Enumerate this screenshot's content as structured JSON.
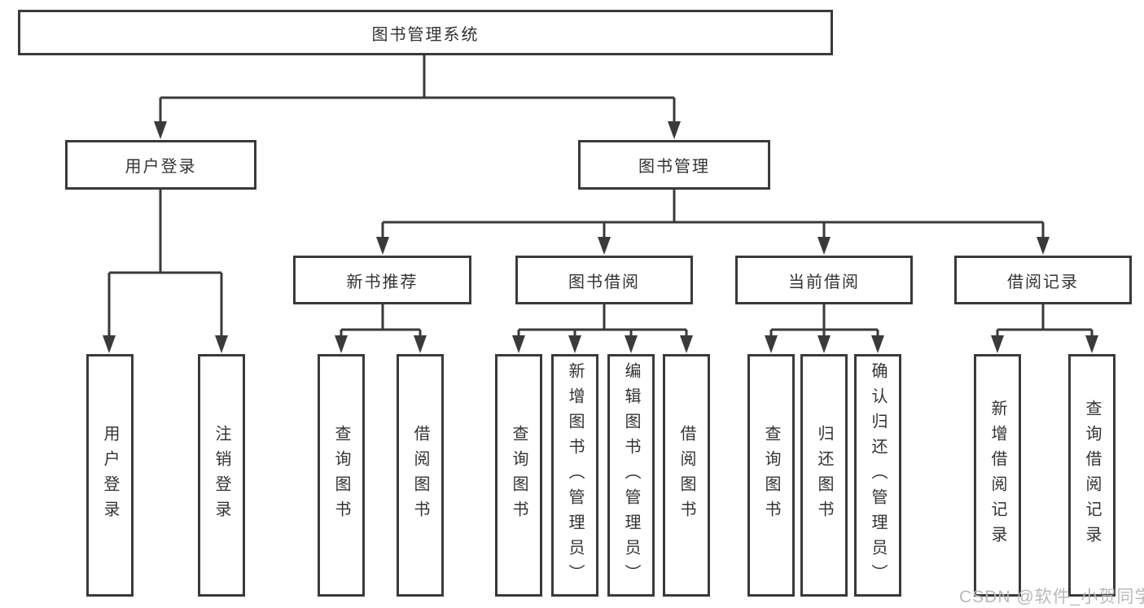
{
  "diagram": {
    "title": "图书管理系统",
    "root": {
      "label": "图书管理系统"
    },
    "level2": [
      {
        "label": "用户登录"
      },
      {
        "label": "图书管理"
      }
    ],
    "level3": [
      {
        "label": "新书推荐",
        "parent": "图书管理"
      },
      {
        "label": "图书借阅",
        "parent": "图书管理"
      },
      {
        "label": "当前借阅",
        "parent": "图书管理"
      },
      {
        "label": "借阅记录",
        "parent": "图书管理"
      }
    ],
    "leaves": [
      {
        "label": "用户登录",
        "parent": "用户登录"
      },
      {
        "label": "注销登录",
        "parent": "用户登录"
      },
      {
        "label": "查询图书",
        "parent": "新书推荐"
      },
      {
        "label": "借阅图书",
        "parent": "新书推荐"
      },
      {
        "label": "查询图书",
        "parent": "图书借阅"
      },
      {
        "label": "新增图书（管理员）",
        "parent": "图书借阅"
      },
      {
        "label": "编辑图书（管理员）",
        "parent": "图书借阅"
      },
      {
        "label": "借阅图书",
        "parent": "图书借阅"
      },
      {
        "label": "查询图书",
        "parent": "当前借阅"
      },
      {
        "label": "归还图书",
        "parent": "当前借阅"
      },
      {
        "label": "确认归还（管理员）",
        "parent": "当前借阅"
      },
      {
        "label": "新增借阅记录",
        "parent": "借阅记录"
      },
      {
        "label": "查询借阅记录",
        "parent": "借阅记录"
      }
    ],
    "colors": {
      "line": "#3a3a3a",
      "box_border": "#3a3a3a",
      "text": "#333333",
      "background": "#ffffff",
      "watermark": "#b9b9b9"
    }
  },
  "watermark": {
    "text": "CSDN @软件_小贺同学"
  }
}
